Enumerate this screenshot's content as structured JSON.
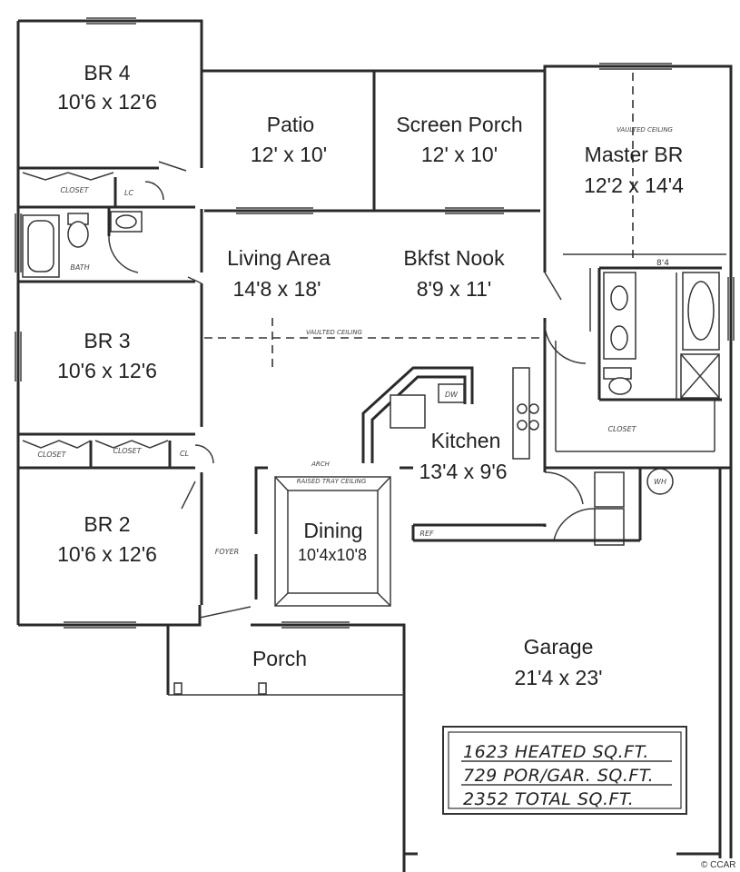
{
  "rooms": {
    "br4": {
      "name": "BR 4",
      "dims": "10'6 x 12'6"
    },
    "patio": {
      "name": "Patio",
      "dims": "12' x 10'"
    },
    "screen_porch": {
      "name": "Screen Porch",
      "dims": "12' x 10'"
    },
    "master_br": {
      "name": "Master BR",
      "dims": "12'2 x 14'4"
    },
    "living_area": {
      "name": "Living Area",
      "dims": "14'8 x 18'"
    },
    "bkfst_nook": {
      "name": "Bkfst Nook",
      "dims": "8'9 x 11'"
    },
    "br3": {
      "name": "BR 3",
      "dims": "10'6 x 12'6"
    },
    "kitchen": {
      "name": "Kitchen",
      "dims": "13'4 x 9'6"
    },
    "dining": {
      "name": "Dining",
      "dims": "10'4x10'8"
    },
    "br2": {
      "name": "BR 2",
      "dims": "10'6 x 12'6"
    },
    "porch": {
      "name": "Porch"
    },
    "garage": {
      "name": "Garage",
      "dims": "21'4 x 23'"
    }
  },
  "notes": {
    "closet": "CLOSET",
    "closet_upper": "CLOSET",
    "closet_br3": "CLOSET",
    "closet_br2": "CLOSET",
    "lc": "LC",
    "cl": "CL",
    "bath": "BATH",
    "vaulted_ceiling": "VAULTED CEILING",
    "vaulted_living": "VAULTED CEILING",
    "raised_ceiling": "RAISED TRAY CEILING",
    "dw": "DW",
    "foyer": "FOYER",
    "ref": "REF",
    "wh": "WH",
    "closet_master": "CLOSET",
    "arch": "ARCH",
    "master_width": "8'4"
  },
  "area_summary": {
    "heated": "1623 HEATED SQ.FT.",
    "por_gar": "729 POR/GAR. SQ.FT.",
    "total": "2352 TOTAL SQ.FT."
  },
  "copyright": "© CCAR"
}
